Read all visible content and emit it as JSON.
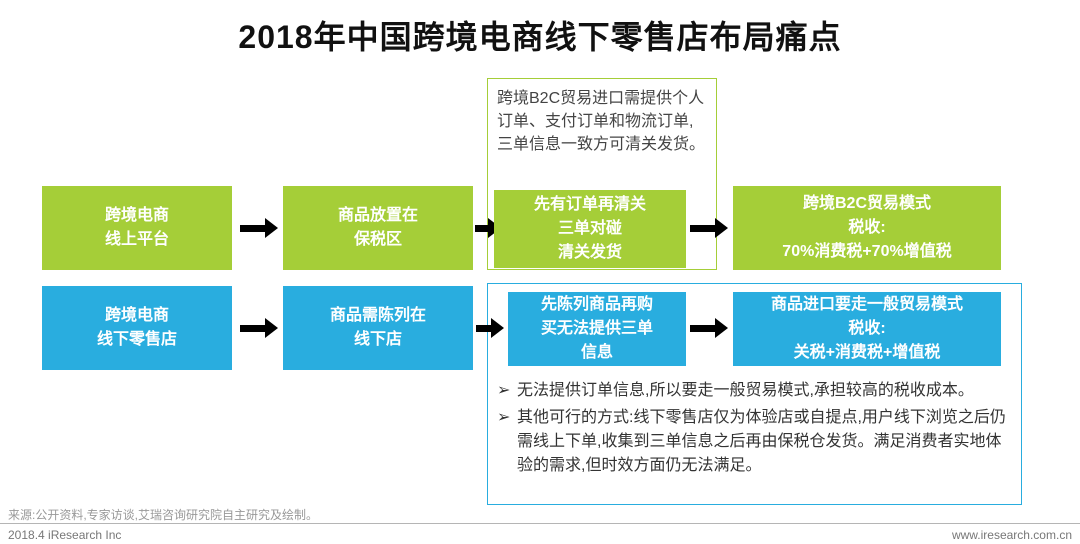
{
  "title": "2018年中国跨境电商线下零售店布局痛点",
  "note": {
    "text": "跨境B2C贸易进口需提供个人订单、支付订单和物流订单,三单信息一致方可清关发货。"
  },
  "flow_online": {
    "box1": "跨境电商\n线上平台",
    "box2": "商品放置在\n保税区",
    "box3": "先有订单再清关\n三单对碰\n清关发货",
    "box4": "跨境B2C贸易模式\n税收:\n70%消费税+70%增值税"
  },
  "flow_offline": {
    "box1": "跨境电商\n线下零售店",
    "box2": "商品需陈列在\n线下店",
    "box3": "先陈列商品再购\n买无法提供三单\n信息",
    "box4": "商品进口要走一般贸易模式\n税收:\n关税+消费税+增值税"
  },
  "analysis": {
    "bullet_char": "➢",
    "bullets": [
      "无法提供订单信息,所以要走一般贸易模式,承担较高的税收成本。",
      "其他可行的方式:线下零售店仅为体验店或自提点,用户线下浏览之后仍需线上下单,收集到三单信息之后再由保税仓发货。满足消费者实地体验的需求,但时效方面仍无法满足。"
    ]
  },
  "footer": {
    "source": "来源:公开资料,专家访谈,艾瑞咨询研究院自主研究及绘制。",
    "left": "2018.4 iResearch Inc",
    "right": "www.iresearch.com.cn"
  },
  "colors": {
    "green": "#a5ce38",
    "blue": "#29addf"
  }
}
